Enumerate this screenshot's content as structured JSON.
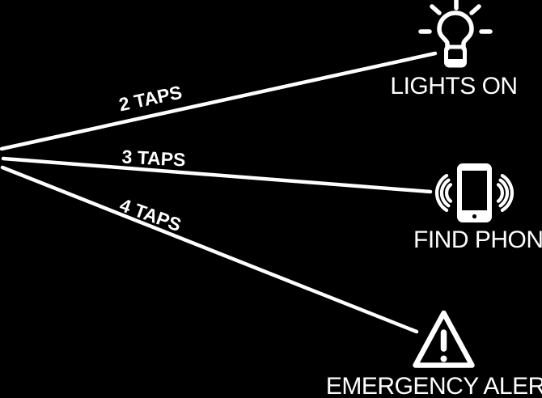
{
  "diagram_title": "tap-gesture-quick-actions",
  "colors": {
    "background": "#000000",
    "foreground": "#ffffff"
  },
  "connections": [
    {
      "label": "2 TAPS",
      "target": "LIGHTS ON",
      "icon": "lightbulb-icon"
    },
    {
      "label": "3 TAPS",
      "target": "FIND PHONE",
      "icon": "vibrating-phone-icon"
    },
    {
      "label": "4 TAPS",
      "target": "EMERGENCY ALERT",
      "icon": "warning-triangle-icon"
    }
  ]
}
